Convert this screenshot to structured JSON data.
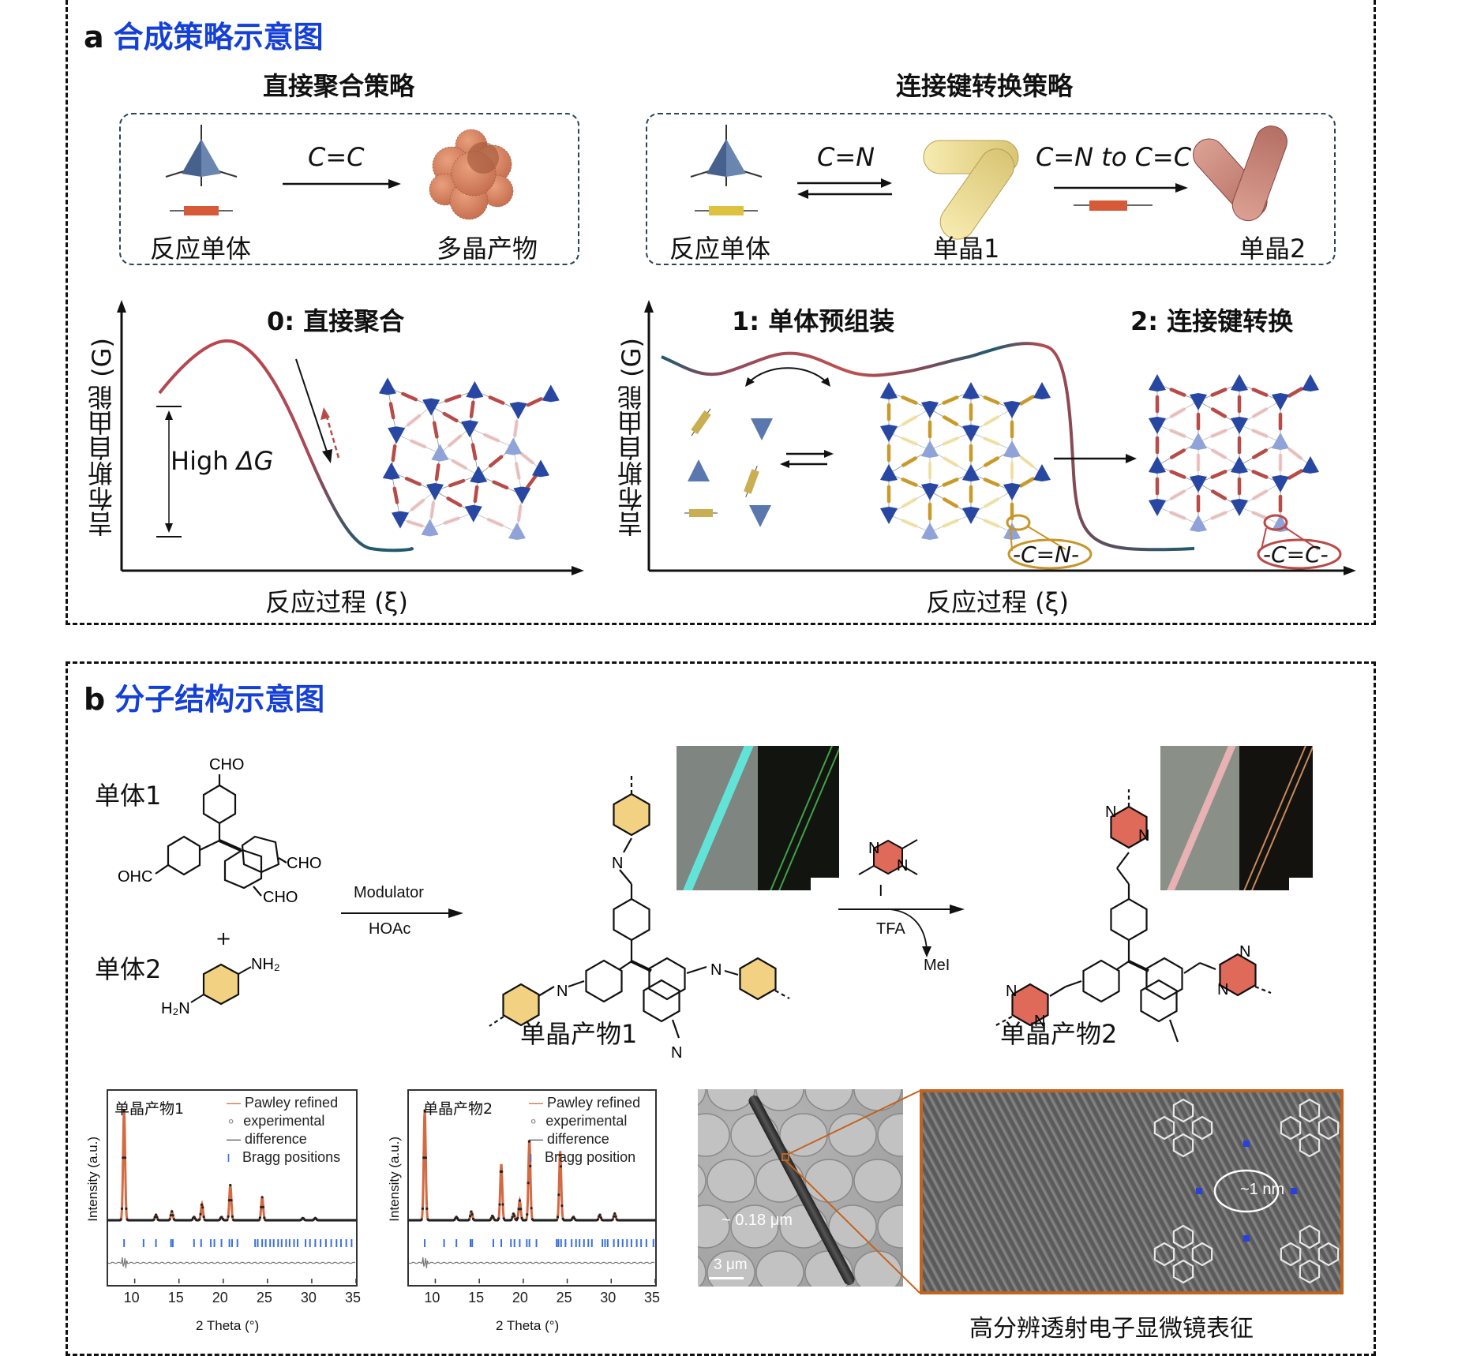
{
  "panel_a": {
    "letter": "a",
    "title": "合成策略示意图",
    "direct": {
      "title": "直接聚合策略",
      "bond": "C=C",
      "monomer_label": "反应单体",
      "product_label": "多晶产物"
    },
    "linkage": {
      "title": "连接键转换策略",
      "bond1": "C=N",
      "bond2": "C=N to C=C",
      "monomer_label": "反应单体",
      "crystal1_label": "单晶1",
      "crystal2_label": "单晶2"
    },
    "energy_left": {
      "title": "0: 直接聚合",
      "ylabel": "吉布斯自由能 (G)",
      "xlabel": "反应过程 (ξ)",
      "delta_label": "High",
      "delta_symbol": "ΔG"
    },
    "energy_right": {
      "title1": "1: 单体预组装",
      "title2": "2: 连接键转换",
      "ylabel": "吉布斯自由能 (G)",
      "xlabel": "反应过程 (ξ)",
      "callout1": "-C=N-",
      "callout2": "-C=C-"
    }
  },
  "panel_b": {
    "letter": "b",
    "title": "分子结构示意图",
    "monomer1_label": "单体1",
    "monomer2_label": "单体2",
    "plus": "+",
    "cho": "CHO",
    "ohc": "OHC",
    "nh2": "NH₂",
    "h2n": "H₂N",
    "n": "N",
    "step1_top": "Modulator",
    "step1_bottom": "HOAc",
    "step2_bottom": "TFA",
    "step2_byproduct": "MeI",
    "iodide": "I",
    "product1_label": "单晶产物1",
    "product2_label": "单晶产物2",
    "tem_caption": "高分辨透射电子显微镜表征",
    "sem_width_label": "~ 0.18 μm",
    "sem_scale_label": "3 μm",
    "hrtem_label": "~1 nm"
  },
  "colors": {
    "title_blue": "#1540d8",
    "tetra_blue": "#2b4fa8",
    "linker_red": "#b84a48",
    "linker_yellow": "#d2b54a",
    "pyrazine_red": "#e06a5a",
    "benzene_yellow": "#f2d282",
    "frame_orange": "#c2631e"
  },
  "chart_data": [
    {
      "type": "line",
      "title": "单晶产物1",
      "xlabel": "2 Theta (°)",
      "ylabel": "Intensity (a.u.)",
      "xlim": [
        7,
        35
      ],
      "xticks": [
        10,
        15,
        20,
        25,
        30,
        35
      ],
      "legend": [
        "Pawley refined",
        "experimental",
        "difference",
        "Bragg positions"
      ],
      "legend_position": "top-right",
      "series": [
        {
          "name": "peaks",
          "x": [
            8.8,
            12.4,
            14.2,
            16.7,
            17.6,
            19.8,
            20.8,
            24.4,
            29.0,
            30.4
          ],
          "values": [
            1.0,
            0.05,
            0.08,
            0.03,
            0.15,
            0.03,
            0.32,
            0.21,
            0.02,
            0.02
          ]
        }
      ],
      "bragg_positions": [
        8.8,
        11.0,
        12.4,
        14.1,
        14.3,
        16.7,
        17.5,
        18.6,
        19.0,
        19.8,
        20.7,
        21.0,
        21.6,
        23.6,
        23.9,
        24.4,
        24.8,
        25.3,
        25.7,
        26.2,
        26.6,
        27.1,
        27.5,
        28.0,
        28.4,
        29.3,
        29.8,
        30.4,
        31.0,
        31.6,
        32.2,
        32.8,
        33.3,
        33.9,
        34.5
      ]
    },
    {
      "type": "line",
      "title": "单晶产物2",
      "xlabel": "2 Theta (°)",
      "ylabel": "Intensity (a.u.)",
      "xlim": [
        7,
        35
      ],
      "xticks": [
        10,
        15,
        20,
        25,
        30,
        35
      ],
      "legend": [
        "Pawley refined",
        "experimental",
        "difference",
        "Bragg position"
      ],
      "legend_position": "top-right",
      "series": [
        {
          "name": "peaks",
          "x": [
            8.8,
            12.4,
            14.1,
            16.5,
            17.5,
            18.9,
            19.6,
            20.7,
            24.2,
            25.7,
            28.7,
            30.4
          ],
          "values": [
            1.0,
            0.03,
            0.08,
            0.04,
            0.51,
            0.06,
            0.18,
            0.73,
            0.63,
            0.03,
            0.05,
            0.06
          ]
        }
      ],
      "bragg_positions": [
        8.8,
        11.0,
        12.4,
        14.0,
        14.2,
        16.6,
        17.5,
        18.6,
        19.0,
        19.6,
        20.4,
        20.7,
        21.5,
        23.8,
        24.0,
        24.3,
        24.8,
        25.5,
        26.0,
        26.4,
        26.9,
        27.4,
        27.8,
        29.0,
        29.3,
        29.6,
        30.3,
        30.8,
        31.3,
        31.8,
        32.3,
        32.9,
        33.4,
        34.0,
        34.8
      ]
    }
  ]
}
